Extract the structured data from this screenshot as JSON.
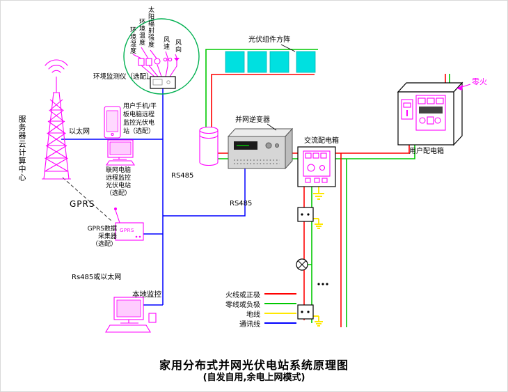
{
  "colors": {
    "wire_live": "#ff0000",
    "wire_neutral": "#00c800",
    "wire_ground": "#ffe800",
    "wire_comm": "#0000ff",
    "device_outline": "#ff00ff",
    "pv_panel": "#00e0e0",
    "sensor_circle": "#00b050"
  },
  "sensors": {
    "humidity": "环境湿度",
    "temperature": "环境温度",
    "solar": "太阳辐射强度",
    "wind_speed": "风速",
    "wind_direction": "风向"
  },
  "labels": {
    "env_monitor": "环境监测仪（选配）",
    "pv_array": "光伏组件方阵",
    "inverter": "并网逆变器",
    "ac_box": "交流配电箱",
    "user_box": "用户配电箱",
    "zero_fire": "零火",
    "server": "服务器云计算中心",
    "ethernet": "以太网",
    "phone": "用户手机/平\n板电脑远程\n监控光伏电\n站（选配）",
    "pc": "联网电脑\n远程监控\n光伏电站\n（选配）",
    "gprs": "GPRS",
    "gprs_collector": "GPRS数据\n采集器\n（选配）",
    "gprs_device": "GPRS",
    "rs485_ethernet": "Rs485或以太网",
    "local_monitor": "本地监控",
    "rs485_dc": "RS485",
    "rs485_inv": "RS485"
  },
  "legend": {
    "items": [
      {
        "label": "火线或正极",
        "color": "#ff0000"
      },
      {
        "label": "零线或负极",
        "color": "#00c800"
      },
      {
        "label": "地线",
        "color": "#ffe800"
      },
      {
        "label": "通讯线",
        "color": "#0000ff"
      }
    ]
  },
  "title": {
    "line1": "家用分布式并网光伏电站系统原理图",
    "line2": "(自发自用,余电上网模式)"
  }
}
